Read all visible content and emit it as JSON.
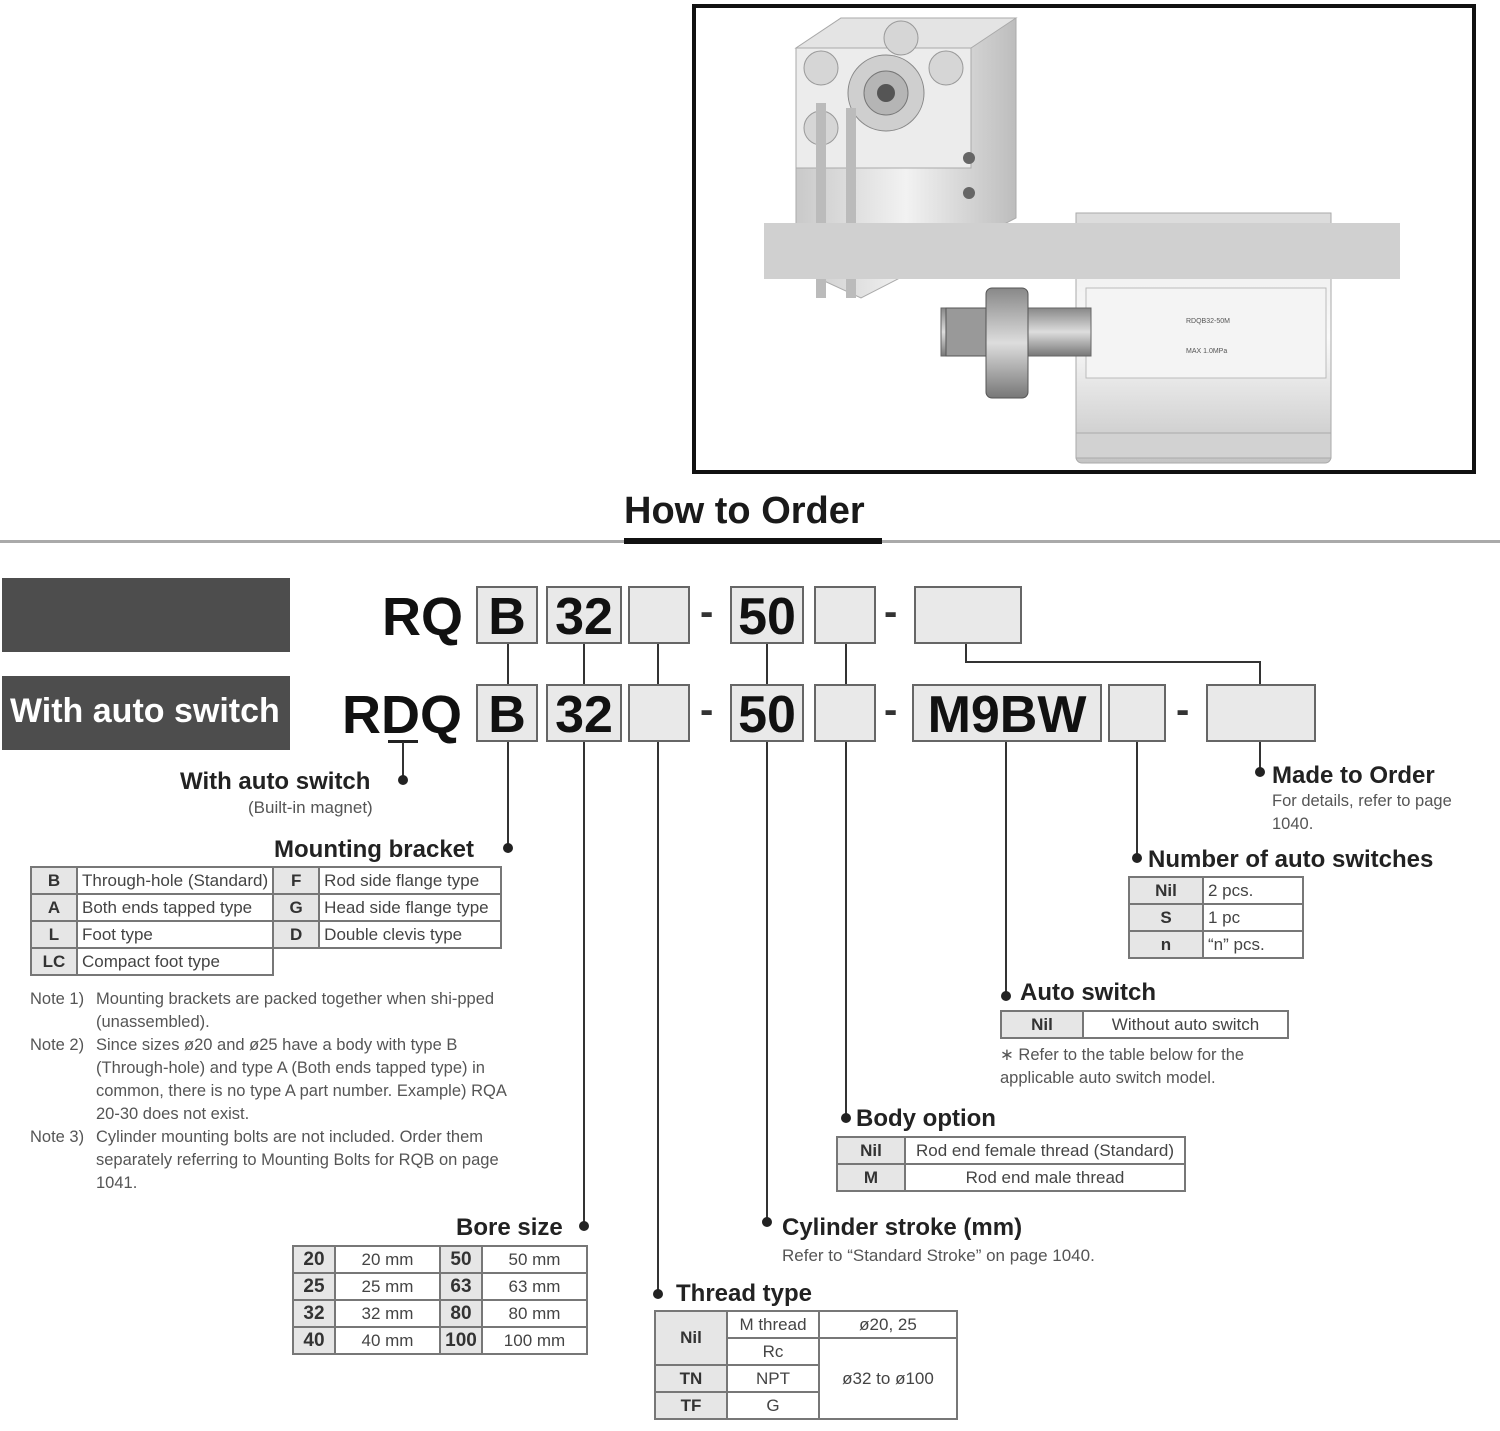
{
  "title": "How to Order",
  "bands": {
    "blank": "",
    "auto": "With auto switch"
  },
  "code1": {
    "prefix": "RQ",
    "mount": "B",
    "bore": "32",
    "stroke": "50"
  },
  "code2": {
    "prefix": "RDQ",
    "mount": "B",
    "bore": "32",
    "stroke": "50",
    "switch": "M9BW"
  },
  "separators": [
    "-"
  ],
  "with_auto": {
    "label": "With auto switch",
    "sub": "(Built-in magnet)"
  },
  "mounting": {
    "label": "Mounting bracket",
    "rows": [
      {
        "k1": "B",
        "v1": "Through-hole (Standard)",
        "k2": "F",
        "v2": "Rod side flange type"
      },
      {
        "k1": "A",
        "v1": "Both ends tapped type",
        "k2": "G",
        "v2": "Head side flange type"
      },
      {
        "k1": "L",
        "v1": "Foot type",
        "k2": "D",
        "v2": "Double clevis type"
      },
      {
        "k1": "LC",
        "v1": "Compact foot type"
      }
    ]
  },
  "notes": [
    {
      "n": "Note 1)",
      "t": "Mounting brackets are packed together when shi-pped (unassembled)."
    },
    {
      "n": "Note 2)",
      "t": "Since sizes ø20 and ø25 have a body with type B (Through-hole) and type A (Both ends tapped type) in common, there is no type A part number. Example) RQA 20-30 does not exist."
    },
    {
      "n": "Note 3)",
      "t": "Cylinder mounting bolts are not included. Order them separately referring to Mounting Bolts for RQB on page 1041."
    }
  ],
  "bore": {
    "label": "Bore size",
    "rows": [
      {
        "k1": "20",
        "v1": "20 mm",
        "k2": "50",
        "v2": "50 mm"
      },
      {
        "k1": "25",
        "v1": "25 mm",
        "k2": "63",
        "v2": "63 mm"
      },
      {
        "k1": "32",
        "v1": "32 mm",
        "k2": "80",
        "v2": "80 mm"
      },
      {
        "k1": "40",
        "v1": "40 mm",
        "k2": "100",
        "v2": "100 mm"
      }
    ]
  },
  "thread": {
    "label": "Thread type",
    "nil": "Nil",
    "m": "M thread",
    "rc": "Rc",
    "r1": "ø20, 25",
    "tn": "TN",
    "npt": "NPT",
    "tf": "TF",
    "g": "G",
    "r2": "ø32 to ø100"
  },
  "stroke": {
    "label": "Cylinder stroke (mm)",
    "sub": "Refer to “Standard Stroke” on page 1040."
  },
  "body": {
    "label": "Body option",
    "rows": [
      {
        "k": "Nil",
        "v": "Rod end female thread (Standard)"
      },
      {
        "k": "M",
        "v": "Rod end male thread"
      }
    ]
  },
  "auto_switch": {
    "label": "Auto switch",
    "rows": [
      {
        "k": "Nil",
        "v": "Without auto switch"
      }
    ],
    "note": "∗ Refer to the table below for the applicable auto switch model."
  },
  "num_switch": {
    "label": "Number of auto switches",
    "rows": [
      {
        "k": "Nil",
        "v": "2 pcs."
      },
      {
        "k": "S",
        "v": "1 pc"
      },
      {
        "k": "n",
        "v": "“n” pcs."
      }
    ]
  },
  "made_to_order": {
    "label": "Made to Order",
    "sub": "For details, refer to page 1040."
  },
  "product_label": {
    "model": "RDQB32-50M",
    "pressure": "MAX 1.0MPa"
  }
}
